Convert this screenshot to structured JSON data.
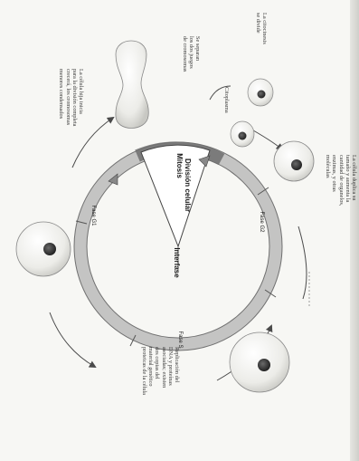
{
  "figure": {
    "center_title": "División\ncelular",
    "center_label": "Interfase",
    "phases": {
      "mitosis": "Mitosis",
      "g1": "Fase G1",
      "s": "Fase S",
      "g2": "Fase G2"
    },
    "labels": {
      "citocinesis": "La citocinesis\nse divide",
      "citoplasma": "Citoplasma",
      "nucleos": "Se separan\nlos dos juegos\nde cromosomas",
      "inicia": "La célula duplica su\ntamaño y aumenta la\ncantidad de organelos,\nenzimas, y otras\nmoléculas",
      "madura": "La célula hija inicia\npara la división completa\ncrecerá, los cromosomas\nmenores condensados",
      "sintesis": "Replicación del\nDNA y proteínas\nasociadas; existen\ndos copias del\nmaterial genético\nproteicas de la célula"
    },
    "colors": {
      "ring": "#8c8c8c",
      "mitosis_band": "#7b7b7b",
      "cell_fill": "#eeeeea",
      "nucleus": "#3a3a3a"
    }
  }
}
